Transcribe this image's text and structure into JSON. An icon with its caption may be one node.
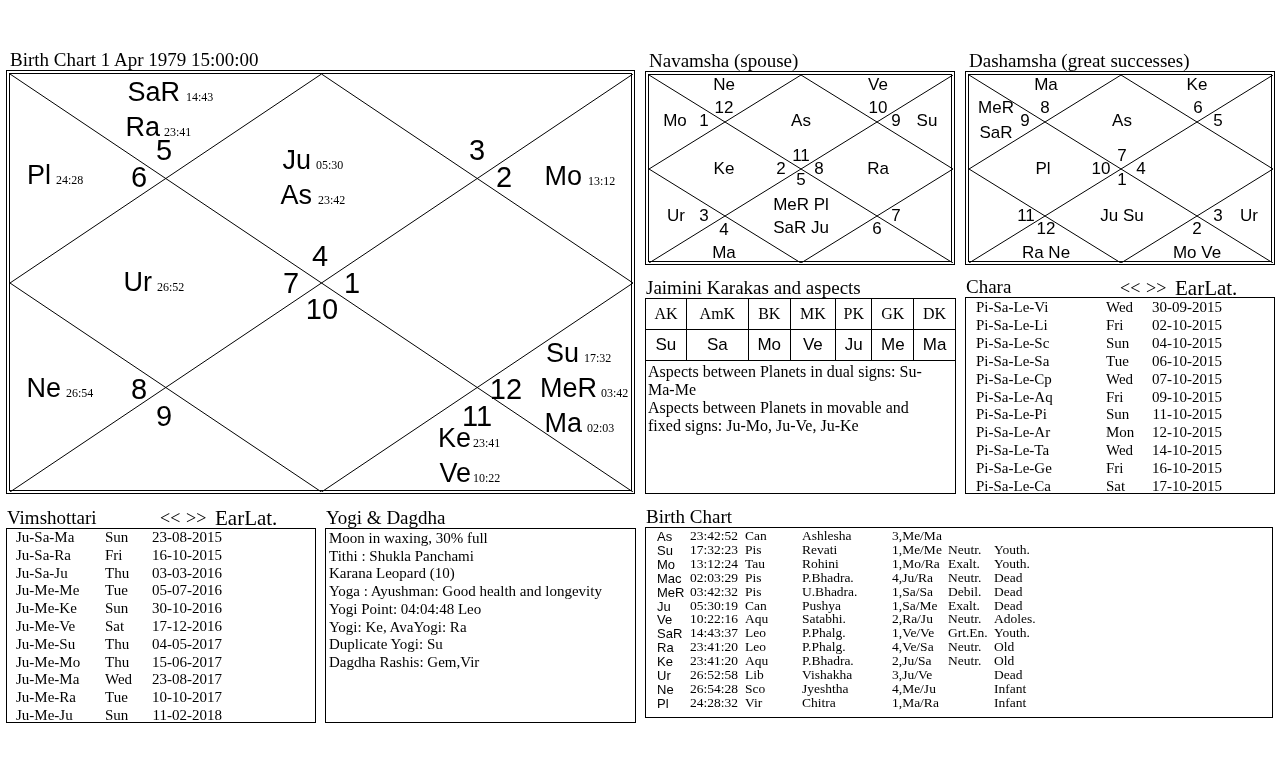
{
  "diagram": {
    "nodes": [
      {
        "text": [
          "Birth Chart 1 Apr 1979 15:00:00"
        ]
      },
      {
        "text": [
          "Navamsha (spouse)"
        ]
      },
      {
        "text": [
          "Dashamsha (great successes)"
        ]
      },
      {
        "text": [
          "Jaimini Karakas and aspects",
          "Aspects between Planets in dual signs: Su-Ma-Me",
          "Aspects between Planets in movable and fixed signs: Ju-Mo, Ju-Ve, Ju-Ke"
        ]
      },
      {
        "text": [
          "Chara"
        ]
      },
      {
        "text": [
          "Vimshottari"
        ]
      },
      {
        "text": [
          "Yogi & Dagdha",
          "Moon in waxing, 30% full",
          "Tithi : Shukla Panchami",
          "Karana Leopard (10)",
          "Yoga : Ayushman: Good health and longevity",
          "Yogi Point: 04:04:48 Leo",
          "Yogi: Ke, AvaYogi: Ra",
          "Duplicate Yogi: Su",
          "Dagdha Rashis: Gem,Vir"
        ]
      },
      {
        "text": [
          "Birth Chart"
        ]
      }
    ],
    "edges": [],
    "labels": [
      "SaR",
      "14:43",
      "Ra",
      "23:41",
      "5",
      "Pl",
      "24:28",
      "6",
      "Ju",
      "05:30",
      "As",
      "23:42",
      "3",
      "2",
      "Mo",
      "13:12",
      "4",
      "Ur",
      "26:52",
      "7",
      "1",
      "10",
      "Su",
      "17:32",
      "Ne",
      "26:54",
      "8",
      "12",
      "MeR",
      "03:42",
      "9",
      "11",
      "Ma",
      "02:03",
      "Ke",
      "23:41",
      "Ve",
      "10:22",
      "Ne",
      "Ve",
      "12",
      "10",
      "Mo",
      "1",
      "As",
      "9",
      "Su",
      "11",
      "Ke",
      "2",
      "8",
      "Ra",
      "5",
      "MeR Pl",
      "Ur",
      "3",
      "7",
      "4",
      "SaR Ju",
      "6",
      "Ma",
      "Ma",
      "Ke",
      "MeR",
      "8",
      "6",
      "9",
      "As",
      "5",
      "SaR",
      "7",
      "Pl",
      "10",
      "4",
      "1",
      "11",
      "Ju Su",
      "3",
      "Ur",
      "12",
      "2",
      "Ra Ne",
      "Mo Ve",
      "<<",
      ">>",
      "EarLat.",
      "AK",
      "AmK",
      "BK",
      "MK",
      "PK",
      "GK",
      "DK",
      "Su",
      "Sa",
      "Mo",
      "Ve",
      "Ju",
      "Me",
      "Ma",
      "Pi-Sa-Le-Vi",
      "Wed",
      "30-09-2015",
      "Pi-Sa-Le-Li",
      "Fri",
      "02-10-2015",
      "Pi-Sa-Le-Sc",
      "Sun",
      "04-10-2015",
      "Pi-Sa-Le-Sa",
      "Tue",
      "06-10-2015",
      "Pi-Sa-Le-Cp",
      "Wed",
      "07-10-2015",
      "Pi-Sa-Le-Aq",
      "Fri",
      "09-10-2015",
      "Pi-Sa-Le-Pi",
      "Sun",
      "11-10-2015",
      "Pi-Sa-Le-Ar",
      "Mon",
      "12-10-2015",
      "Pi-Sa-Le-Ta",
      "Wed",
      "14-10-2015",
      "Pi-Sa-Le-Ge",
      "Fri",
      "16-10-2015",
      "Pi-Sa-Le-Ca",
      "Sat",
      "17-10-2015",
      "<<",
      ">>",
      "EarLat.",
      "Ju-Sa-Ma",
      "Sun",
      "23-08-2015",
      "Ju-Sa-Ra",
      "Fri",
      "16-10-2015",
      "Ju-Sa-Ju",
      "Thu",
      "03-03-2016",
      "Ju-Me-Me",
      "Tue",
      "05-07-2016",
      "Ju-Me-Ke",
      "Sun",
      "30-10-2016",
      "Ju-Me-Ve",
      "Sat",
      "17-12-2016",
      "Ju-Me-Su",
      "Thu",
      "04-05-2017",
      "Ju-Me-Mo",
      "Thu",
      "15-06-2017",
      "Ju-Me-Ma",
      "Wed",
      "23-08-2017",
      "Ju-Me-Ra",
      "Tue",
      "10-10-2017",
      "Ju-Me-Ju",
      "Sun",
      "11-02-2018",
      "As",
      "23:42:52",
      "Can",
      "Ashlesha",
      "3,Me/Ma",
      "Su",
      "17:32:23",
      "Pis",
      "Revati",
      "1,Me/Me",
      "Neutr.",
      "Youth.",
      "Mo",
      "13:12:24",
      "Tau",
      "Rohini",
      "1,Mo/Ra",
      "Exalt.",
      "Youth.",
      "Mac",
      "02:03:29",
      "Pis",
      "P.Bhadra.",
      "4,Ju/Ra",
      "Neutr.",
      "Dead",
      "MeR",
      "03:42:32",
      "Pis",
      "U.Bhadra.",
      "1,Sa/Sa",
      "Debil.",
      "Dead",
      "Ju",
      "05:30:19",
      "Can",
      "Pushya",
      "1,Sa/Me",
      "Exalt.",
      "Dead",
      "Ve",
      "10:22:16",
      "Aqu",
      "Satabhi.",
      "2,Ra/Ju",
      "Neutr.",
      "Adoles.",
      "SaR",
      "14:43:37",
      "Leo",
      "P.Phalg.",
      "1,Ve/Ve",
      "Grt.En.",
      "Youth.",
      "Ra",
      "23:41:20",
      "Leo",
      "P.Phalg.",
      "4,Ve/Sa",
      "Neutr.",
      "Old",
      "Ke",
      "23:41:20",
      "Aqu",
      "P.Bhadra.",
      "2,Ju/Sa",
      "Neutr.",
      "Old",
      "Ur",
      "26:52:58",
      "Lib",
      "Vishakha",
      "3,Ju/Ve",
      "Dead",
      "Ne",
      "26:54:28",
      "Sco",
      "Jyeshtha",
      "4,Me/Ju",
      "Infant",
      "Pl",
      "24:28:32",
      "Vir",
      "Chitra",
      "1,Ma/Ra",
      "Infant"
    ]
  }
}
